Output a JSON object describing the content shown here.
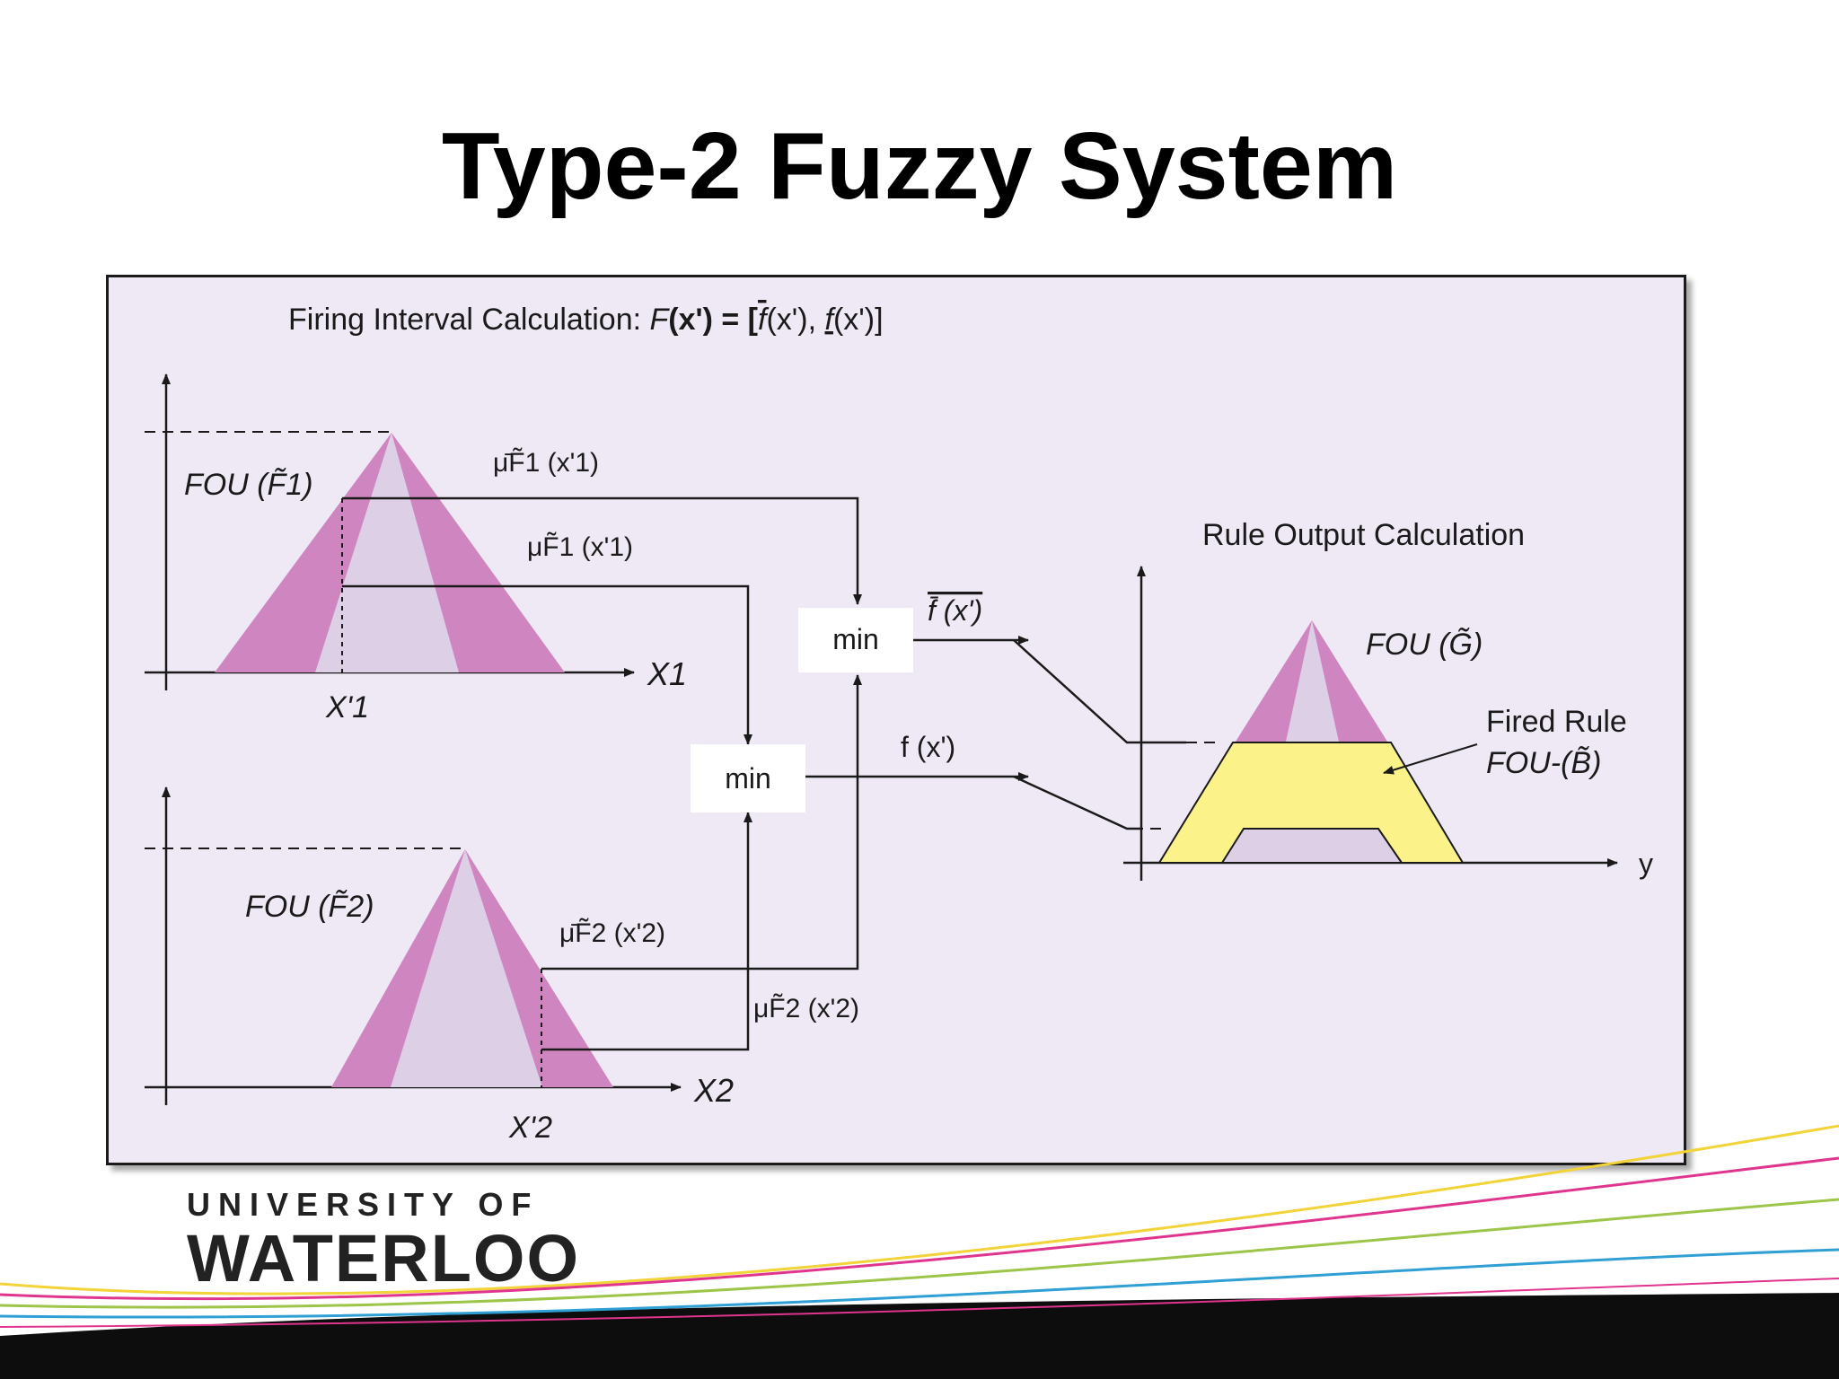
{
  "slide": {
    "title": "Type-2 Fuzzy System"
  },
  "diagram": {
    "header_prefix": "Firing Interval Calculation: ",
    "header_F": "F",
    "header_x1": "(x') = [",
    "header_f_upper": "f",
    "header_mid": "(x'), ",
    "header_f_lower": "f",
    "header_end": "(x')]",
    "fou_f1": "FOU (F̃1)",
    "fou_f2": "FOU (F̃2)",
    "mu_upper_1": "μ̄F̃1 (x'1)",
    "mu_lower_1": "μF̃1 (x'1)",
    "mu_upper_2": "μ̄F̃2 (x'2)",
    "mu_lower_2": "μF̃2 (x'2)",
    "axis_x1": "X1",
    "axis_x2": "X2",
    "point_x1": "X'1",
    "point_x2": "X'2",
    "min_top": "min",
    "min_bottom": "min",
    "f_upper_out": "f̄ (x')",
    "f_lower_out": "f (x')",
    "rule_output_title": "Rule Output Calculation",
    "fou_g": "FOU (G̃)",
    "fired_rule_line1": "Fired Rule",
    "fired_rule_line2": "FOU-(B̃)",
    "axis_y": "y"
  },
  "logo": {
    "top": "UNIVERSITY OF",
    "main": "WATERLOO"
  },
  "colors": {
    "figure_bg": "#efe9f5",
    "fou_outer": "#cf86c0",
    "fou_inner": "#ddcfe6",
    "fired_rule": "#fbf28a",
    "min_box": "#ffffff",
    "swoosh_pink": "#e0358f",
    "swoosh_yellow": "#f2d338",
    "swoosh_green": "#9cc54a",
    "swoosh_blue": "#2f9fd4"
  }
}
